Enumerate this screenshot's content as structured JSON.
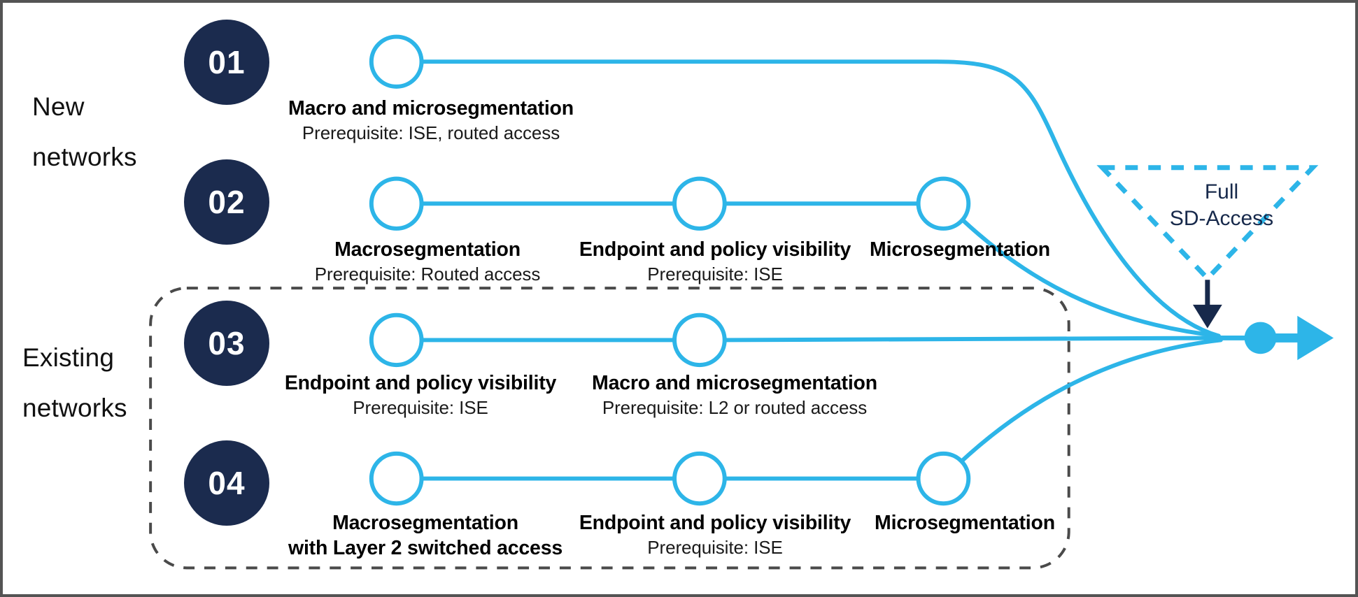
{
  "diagram": {
    "title_hidden": "",
    "colors": {
      "navy": "#1B2B4E",
      "light_blue": "#2DB5E8",
      "frame_gray": "#545454",
      "dashed_gray": "#4a4a4a",
      "text_black": "#000000",
      "triangle_label": "#17294B"
    },
    "group_labels": [
      {
        "id": "new-networks",
        "text": "New\nnetworks"
      },
      {
        "id": "existing-networks",
        "text": "Existing\nnetworks"
      }
    ],
    "rows": [
      {
        "number": "01",
        "group": "new-networks",
        "nodes": [
          {
            "title": "Macro and microsegmentation",
            "prerequisite": "Prerequisite: ISE, routed access"
          }
        ]
      },
      {
        "number": "02",
        "group": "new-networks",
        "nodes": [
          {
            "title": "Macrosegmentation",
            "prerequisite": "Prerequisite: Routed access"
          },
          {
            "title": "Endpoint and policy visibility",
            "prerequisite": "Prerequisite: ISE"
          },
          {
            "title": "Microsegmentation",
            "prerequisite": ""
          }
        ]
      },
      {
        "number": "03",
        "group": "existing-networks",
        "nodes": [
          {
            "title": "Endpoint and policy visibility",
            "prerequisite": "Prerequisite: ISE"
          },
          {
            "title": "Macro and microsegmentation",
            "prerequisite": "Prerequisite: L2 or routed access"
          }
        ]
      },
      {
        "number": "04",
        "group": "existing-networks",
        "nodes": [
          {
            "title": "Macrosegmentation\nwith Layer 2 switched access",
            "prerequisite": ""
          },
          {
            "title": "Endpoint and policy visibility",
            "prerequisite": "Prerequisite: ISE"
          },
          {
            "title": "Microsegmentation",
            "prerequisite": ""
          }
        ]
      }
    ],
    "outcome": {
      "triangle_label": "Full\nSD-Access",
      "arrow_icon": "down-arrow-icon",
      "end_arrow_icon": "right-arrow-icon"
    },
    "labels_flat": {
      "r1n1_title": "Macro and microsegmentation",
      "r1n1_pre": "Prerequisite: ISE, routed access",
      "r2n1_title": "Macrosegmentation",
      "r2n1_pre": "Prerequisite: Routed access",
      "r2n2_title": "Endpoint and policy visibility",
      "r2n2_pre": "Prerequisite: ISE",
      "r2n3_title": "Microsegmentation",
      "r3n1_title": "Endpoint and policy visibility",
      "r3n1_pre": "Prerequisite: ISE",
      "r3n2_title": "Macro and microsegmentation",
      "r3n2_pre": "Prerequisite: L2 or routed access",
      "r4n1_title_a": "Macrosegmentation",
      "r4n1_title_b": "with Layer 2 switched access",
      "r4n2_title": "Endpoint and policy visibility",
      "r4n2_pre": "Prerequisite: ISE",
      "r4n3_title": "Microsegmentation",
      "step1": "01",
      "step2": "02",
      "step3": "03",
      "step4": "04",
      "group_new": "New\nnetworks",
      "group_existing": "Existing\nnetworks",
      "triangle": "Full\nSD-Access"
    }
  }
}
